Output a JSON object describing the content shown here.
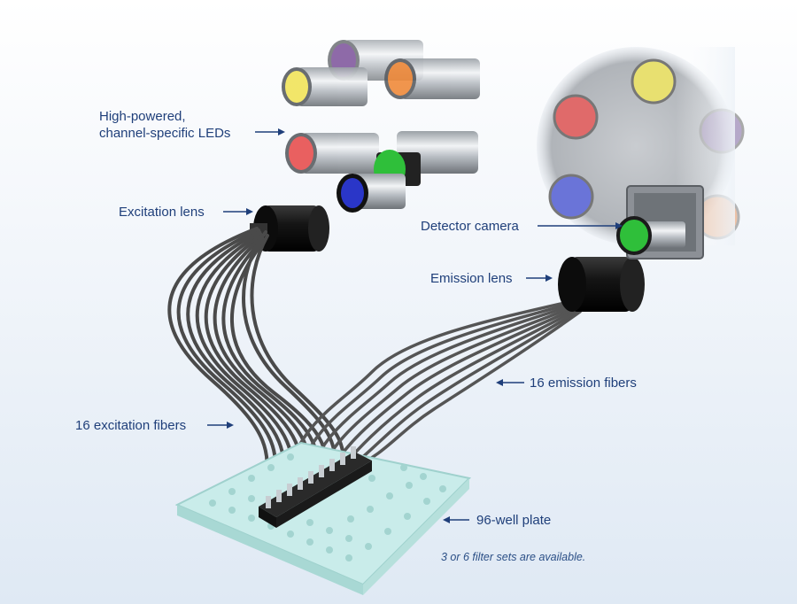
{
  "labels": {
    "leds_line1": "High-powered,",
    "leds_line2": "channel-specific LEDs",
    "excitation_lens": "Excitation lens",
    "detector_camera": "Detector camera",
    "emission_lens": "Emission lens",
    "emission_fibers": "16 emission fibers",
    "excitation_fibers": "16 excitation fibers",
    "well_plate": "96-well plate",
    "filter_note": "3 or 6 filter sets are available."
  },
  "colors": {
    "label_text": "#1f3f7a",
    "led_yellow": "#f2e45a",
    "led_purple": "#6a3a8c",
    "led_orange": "#f08a3a",
    "led_red": "#e85050",
    "led_green": "#2fbf3a",
    "led_blue": "#2a36c8",
    "plate": "#c9ecea",
    "fiber": "#4a4a4a"
  }
}
